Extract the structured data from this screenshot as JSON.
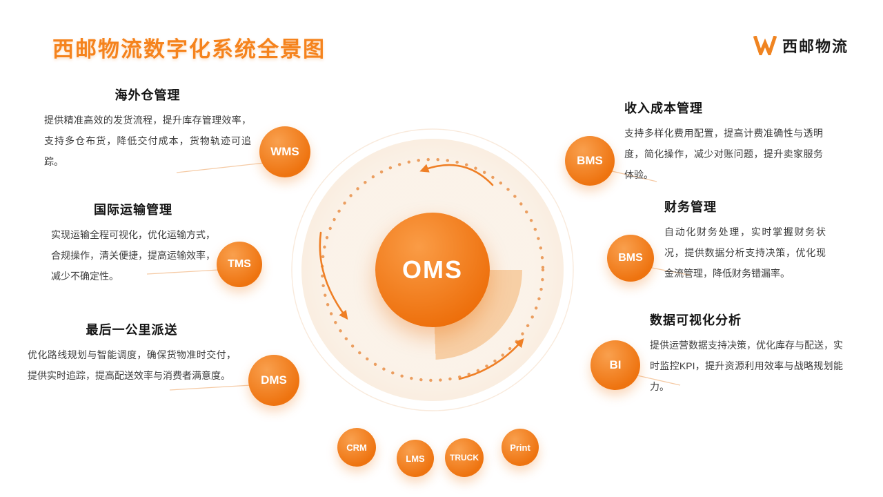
{
  "title": "西邮物流数字化系统全景图",
  "logo": {
    "brand": "西邮物流"
  },
  "center": {
    "label": "OMS"
  },
  "nodes": {
    "wms": "WMS",
    "tms": "TMS",
    "dms": "DMS",
    "bms_revenue": "BMS",
    "bms_finance": "BMS",
    "bi": "BI"
  },
  "bottom_nodes": [
    "CRM",
    "LMS",
    "TRUCK",
    "Print"
  ],
  "sections": {
    "left": [
      {
        "heading": "海外仓管理",
        "body": "提供精准高效的发货流程，提升库存管理效率，支持多仓布货，降低交付成本，货物轨迹可追踪。",
        "node": "WMS"
      },
      {
        "heading": "国际运输管理",
        "body": "实现运输全程可视化，优化运输方式，合规操作，清关便捷，提高运输效率，减少不确定性。",
        "node": "TMS"
      },
      {
        "heading": "最后一公里派送",
        "body": "优化路线规划与智能调度，确保货物准时交付，提供实时追踪，提高配送效率与消费者满意度。",
        "node": "DMS"
      }
    ],
    "right": [
      {
        "heading": "收入成本管理",
        "body": "支持多样化费用配置，提高计费准确性与透明度，简化操作，减少对账问题，提升卖家服务体验。",
        "node": "BMS"
      },
      {
        "heading": "财务管理",
        "body": "自动化财务处理，实时掌握财务状况，提供数据分析支持决策，优化现金流管理，降低财务错漏率。",
        "node": "BMS"
      },
      {
        "heading": "数据可视化分析",
        "body": "提供运营数据支持决策，优化库存与配送，实时监控KPI，提升资源利用效率与战略规划能力。",
        "node": "BI"
      }
    ]
  },
  "colors": {
    "accent": "#f08421",
    "node_orange": "#ee730f",
    "title_orange": "#f5831d"
  }
}
